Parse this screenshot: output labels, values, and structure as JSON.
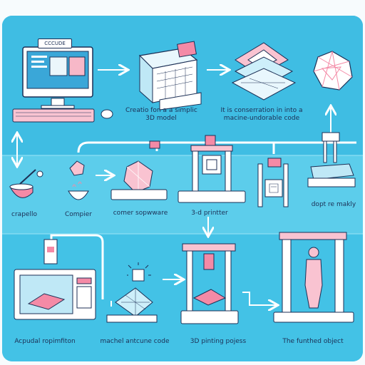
{
  "tag": "CCCUDE",
  "labels": {
    "step_create": "Creatio fon a a simplic\n3D model",
    "step_convert": "It is conserration in into a\nmacine-undorable code",
    "step_dopt": "dopt re makly",
    "step_crapello": "crapello",
    "step_compier": "Compier",
    "step_comer_software": "comer sopwware",
    "step_3d_printer": "3-d printter",
    "step_acpudal": "Acpudal ropimfiton",
    "step_machel": "machel antcune code",
    "step_3d_printing": "3D pinting pojess",
    "step_finished": "The funthed object"
  },
  "colors": {
    "background": "#3fbde3",
    "line": "#1c2f55",
    "accent_pink": "#f48aa6",
    "accent_white": "#ffffff"
  }
}
